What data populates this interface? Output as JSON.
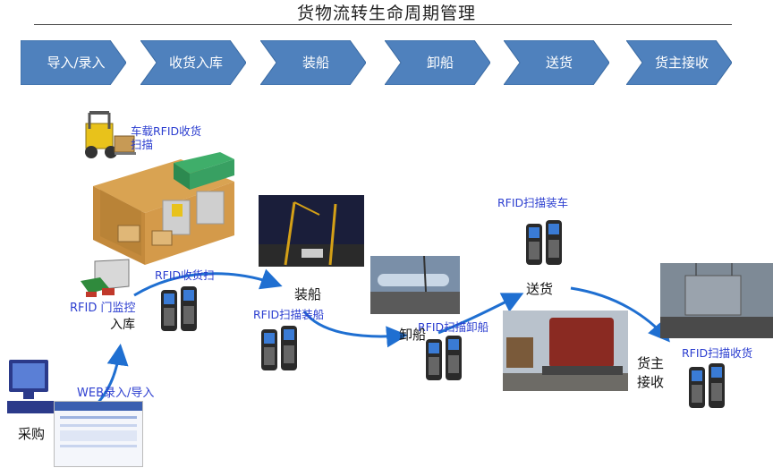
{
  "title": "货物流转生命周期管理",
  "steps": [
    {
      "label": "导入/录入"
    },
    {
      "label": "收货入库"
    },
    {
      "label": "装船"
    },
    {
      "label": "卸船"
    },
    {
      "label": "送货"
    },
    {
      "label": "货主接收"
    }
  ],
  "labels": {
    "forklift_rfid": "车载RFID收货扫描",
    "rfid_gate": "RFID 门监控",
    "inbound": "入库",
    "rfid_receive": "RFID收货扫",
    "loading": "装船",
    "rfid_load": "RFID扫描装船",
    "unloading": "卸船",
    "rfid_unload": "RFID扫描卸船",
    "rfid_truck": "RFID扫描装车",
    "delivery": "送货",
    "owner_receive": "货主接收",
    "rfid_owner": "RFID扫描收货",
    "web_entry": "WEB录入/导入",
    "purchase": "采购"
  },
  "colors": {
    "chevron": "#4f81bd",
    "arrow": "#1f6fd1",
    "label_blue": "#2d3fd0"
  },
  "icons": [
    "forklift-icon",
    "warehouse-icon",
    "truck-icon",
    "rfid-scanner-icon",
    "rfid-gate-icon",
    "computer-icon",
    "ship-crane-photo",
    "unloading-photo",
    "delivery-truck-photo",
    "receiving-photo",
    "web-screen-thumbnail"
  ]
}
